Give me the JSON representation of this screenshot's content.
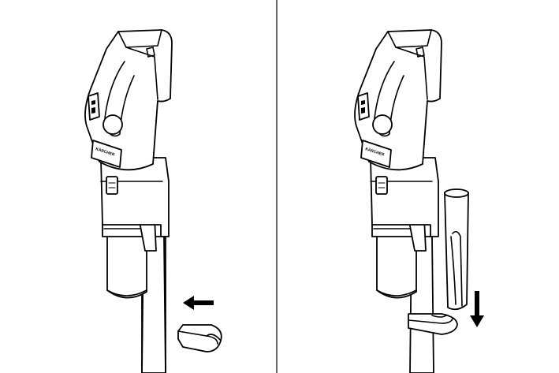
{
  "figure": {
    "panels": [
      {
        "id": "left",
        "brand_text": "KÄRCHER",
        "arrow_direction": "left"
      },
      {
        "id": "right",
        "brand_text": "KÄRCHER",
        "arrow_direction": "down"
      }
    ],
    "colors": {
      "line": "#000000",
      "background": "#ffffff"
    }
  }
}
